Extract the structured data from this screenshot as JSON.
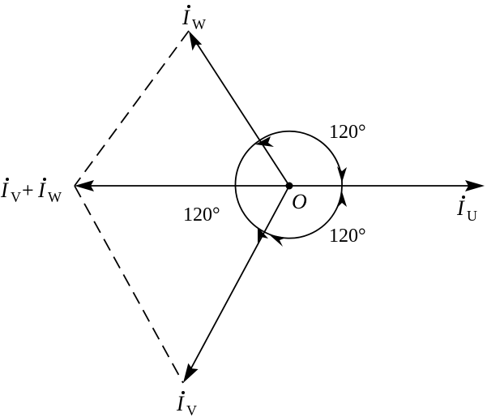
{
  "labels": {
    "iu": {
      "symbol": "I",
      "subscript": "U"
    },
    "iv": {
      "symbol": "I",
      "subscript": "V"
    },
    "iw": {
      "symbol": "I",
      "subscript": "W"
    },
    "sum": {
      "first_symbol": "I",
      "first_subscript": "V",
      "operator": "+",
      "second_symbol": "I",
      "second_subscript": "W"
    },
    "origin": "O"
  },
  "angles": [
    {
      "id": "angle-top-right",
      "text": "120°"
    },
    {
      "id": "angle-left",
      "text": "120°"
    },
    {
      "id": "angle-bottom-right",
      "text": "120°"
    }
  ]
}
